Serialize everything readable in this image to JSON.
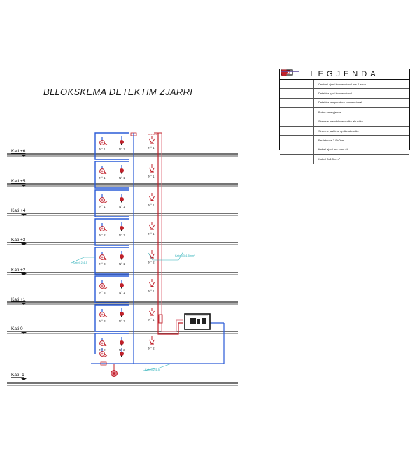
{
  "title": "BLLOKSKEMA DETEKTIM ZJARRI",
  "legend": {
    "title": "LEGJENDA",
    "items": [
      {
        "icon": "control-panel-icon",
        "color": "#111111",
        "text": "Centrali zjarri konvencional me 4 zona"
      },
      {
        "icon": "smoke-detector-icon",
        "color": "#c0202a",
        "text": "Detektor tymi konvencional"
      },
      {
        "icon": "heat-detector-icon",
        "color": "#c0202a",
        "text": "Detektor temperature konvencional"
      },
      {
        "icon": "emergency-button-icon",
        "color": "#c0202a",
        "text": "Buton emergjence"
      },
      {
        "icon": "indoor-siren-icon",
        "color": "#c0202a",
        "text": "Sirene e brendshme optike-akustike"
      },
      {
        "icon": "outdoor-siren-icon",
        "color": "#c0202a",
        "text": "Sirene e jashtme optike-akustike"
      },
      {
        "icon": "resistor-icon",
        "color": "#c0202a",
        "text": "Rezistence 3.9kOhm"
      },
      {
        "icon": "fire-cable-icon",
        "color": "#2a5bd7",
        "text": "Kabell zjarri me zone 6A"
      },
      {
        "icon": "cable-icon",
        "color": "#c0202a",
        "text": "Kabell 3x1.5 mm²"
      }
    ]
  },
  "floors": [
    {
      "label": "Kati +6",
      "smoke": "N° 1",
      "heat": "N° 1",
      "button": "N° 1"
    },
    {
      "label": "Kati +5",
      "smoke": "N° 1",
      "heat": "N° 1",
      "button": "N° 1"
    },
    {
      "label": "Kati +4",
      "smoke": "N° 1",
      "heat": "N° 1",
      "button": "N° 1"
    },
    {
      "label": "Kati +3",
      "smoke": "N° 2",
      "heat": "N° 1",
      "button": "N° 1"
    },
    {
      "label": "Kati +2",
      "smoke": "N° 3",
      "heat": "N° 1",
      "button": "N° 2"
    },
    {
      "label": "Kati +1",
      "smoke": "N° 3",
      "heat": "N° 1",
      "button": "N° 1"
    },
    {
      "label": "Kati 0",
      "smoke": "N° 3",
      "heat": "N° 1",
      "button": "N° 1"
    },
    {
      "label": "Kati -1",
      "smoke": "N° 2",
      "heat": "N° 2",
      "button": "N° 2"
    }
  ],
  "cable_notes": {
    "left": "Kabell 2x1.5",
    "right": "Kabell 3x1.5mm²",
    "bottom": "Kabell 2x1.5"
  },
  "colors": {
    "blue": "#2a5bd7",
    "red": "#c0202a",
    "pink": "#e07a86",
    "cyan": "#2bb0b8",
    "black": "#111111"
  }
}
